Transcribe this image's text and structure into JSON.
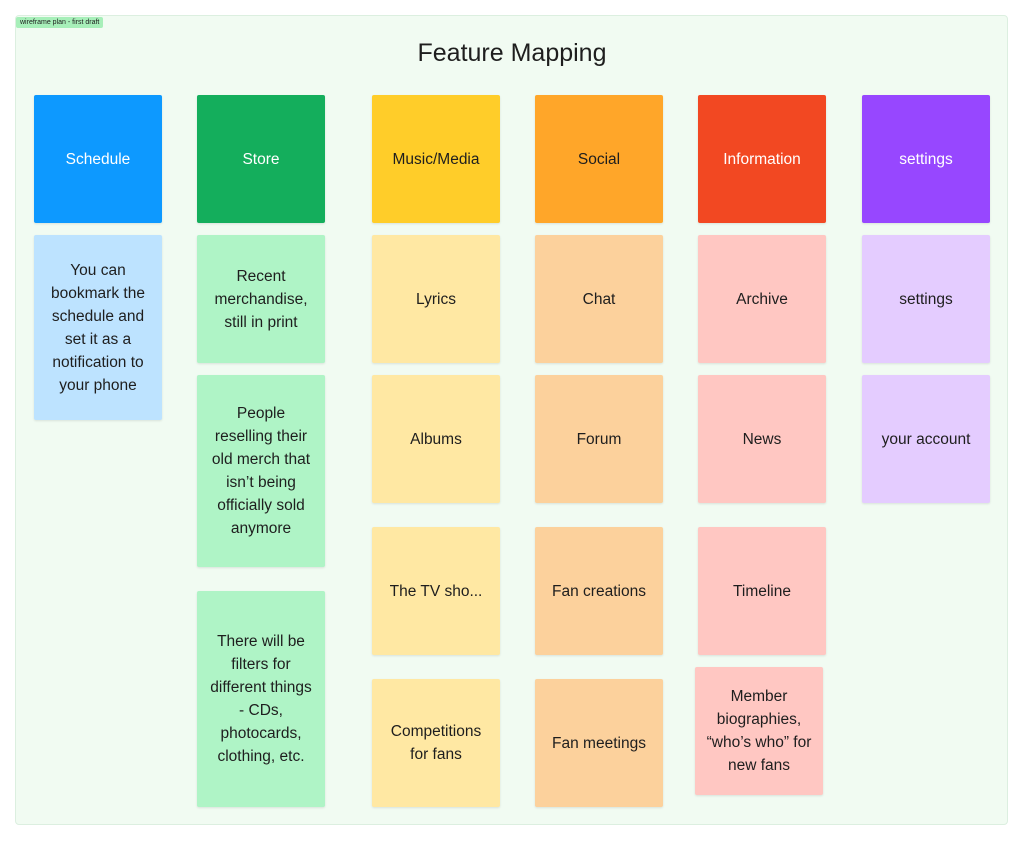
{
  "frame_tag": "wireframe plan - first draft",
  "title": "Feature Mapping",
  "colors": {
    "board_bg": "#f1fbf2",
    "schedule": "#0d99ff",
    "store": "#14ae5c",
    "music": "#ffcd29",
    "social": "#ffa629",
    "information": "#f24822",
    "settings": "#9747ff",
    "schedule_light": "#bde3ff",
    "store_light": "#aff4c6",
    "music_light": "#ffe8a3",
    "social_light": "#fcd19c",
    "information_light": "#ffc7c2",
    "settings_light": "#e4ccff"
  },
  "columns": [
    {
      "key": "schedule",
      "header": "Schedule",
      "items": [
        "You can bookmark the schedule and set it as a notification to your phone"
      ]
    },
    {
      "key": "store",
      "header": "Store",
      "items": [
        "Recent merchandise, still in print",
        "People reselling their old merch that isn’t being officially sold anymore",
        "There will be filters for different things - CDs, photocards, clothing, etc."
      ]
    },
    {
      "key": "music",
      "header": "Music/Media",
      "items": [
        "Lyrics",
        "Albums",
        "The TV sho...",
        "Competitions for fans"
      ]
    },
    {
      "key": "social",
      "header": "Social",
      "items": [
        "Chat",
        "Forum",
        "Fan creations",
        "Fan meetings"
      ]
    },
    {
      "key": "information",
      "header": "Information",
      "items": [
        "Archive",
        "News",
        "Timeline",
        "Member biographies, “who’s who” for new fans"
      ]
    },
    {
      "key": "settings",
      "header": "settings",
      "items": [
        "settings",
        "your account"
      ]
    }
  ]
}
